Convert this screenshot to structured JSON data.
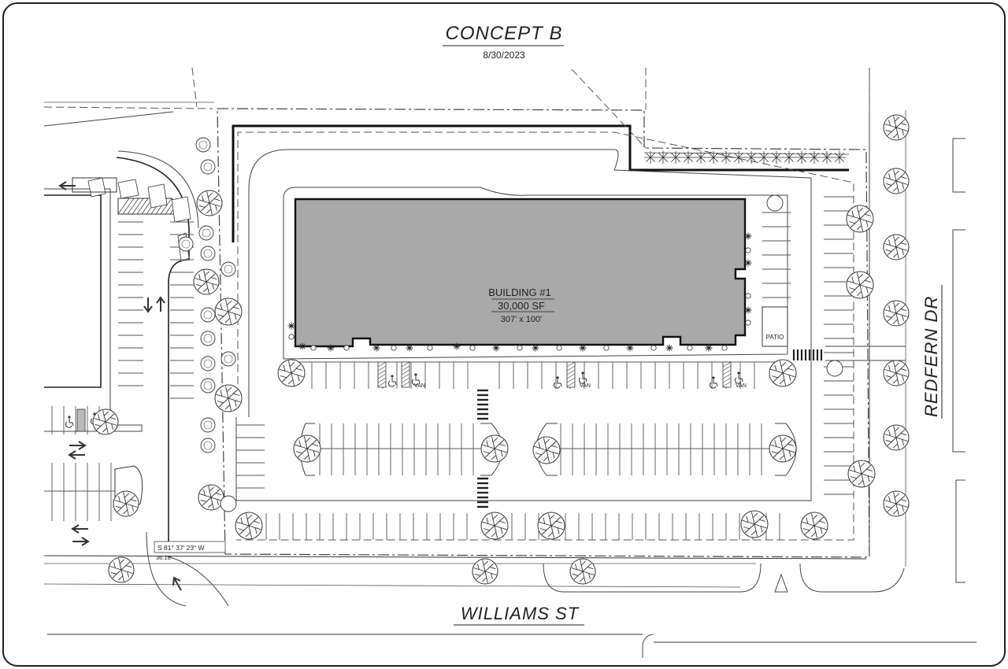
{
  "title": {
    "name": "CONCEPT B",
    "date": "8/30/2023"
  },
  "building": {
    "name": "BUILDING #1",
    "area": "30,000 SF",
    "dimensions": "307' x 100'"
  },
  "patio_label": "PATIO",
  "streets": {
    "south": "WILLIAMS ST",
    "east": "REDFERN DR"
  },
  "survey": {
    "bearing": "S 81° 37' 23\" W",
    "distance": "36.18'"
  },
  "van_label": "VAN",
  "colors": {
    "building_fill": "#a9a9a9",
    "line": "#222222",
    "background": "#ffffff"
  }
}
